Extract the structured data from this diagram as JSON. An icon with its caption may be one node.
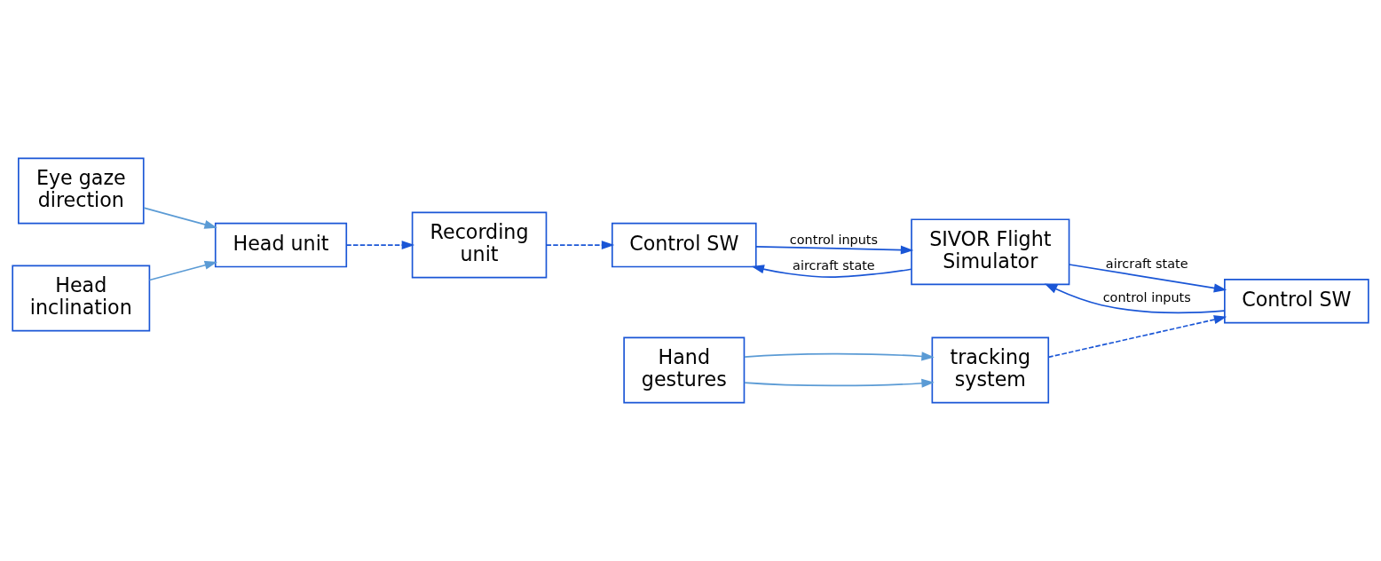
{
  "diagram": {
    "nodes": [
      {
        "text": [
          "Eye gaze direction"
        ]
      },
      {
        "text": [
          "Head inclination"
        ]
      },
      {
        "text": [
          "Head unit"
        ]
      },
      {
        "text": [
          "Recording unit"
        ]
      },
      {
        "text": [
          "Control SW"
        ]
      },
      {
        "text": [
          "SIVOR Flight Simulator"
        ]
      },
      {
        "text": [
          "Hand gestures"
        ]
      },
      {
        "text": [
          "tracking system"
        ]
      },
      {
        "text": [
          "Control SW"
        ]
      }
    ],
    "edges": [
      {
        "from": 0,
        "to": 2,
        "arrow": "to",
        "color": "#5b9bd5"
      },
      {
        "from": 1,
        "to": 2,
        "arrow": "to",
        "color": "#5b9bd5"
      },
      {
        "from": 2,
        "to": 3,
        "arrow": "to",
        "style": "dashed"
      },
      {
        "from": 3,
        "to": 4,
        "arrow": "to",
        "style": "dashed"
      },
      {
        "from": 4,
        "to": 5,
        "arrow": "to",
        "label": "control inputs"
      },
      {
        "from": 5,
        "to": 4,
        "arrow": "to",
        "label": "aircraft state"
      },
      {
        "from": 6,
        "to": 7,
        "arrow": "to",
        "color": "#5b9bd5"
      },
      {
        "from": 6,
        "to": 7,
        "arrow": "to",
        "color": "#5b9bd5"
      },
      {
        "from": 7,
        "to": 8,
        "arrow": "to",
        "style": "dashed"
      },
      {
        "from": 8,
        "to": 5,
        "arrow": "to",
        "label": "control inputs"
      },
      {
        "from": 5,
        "to": 8,
        "arrow": "to",
        "label": "aircraft state"
      }
    ]
  }
}
